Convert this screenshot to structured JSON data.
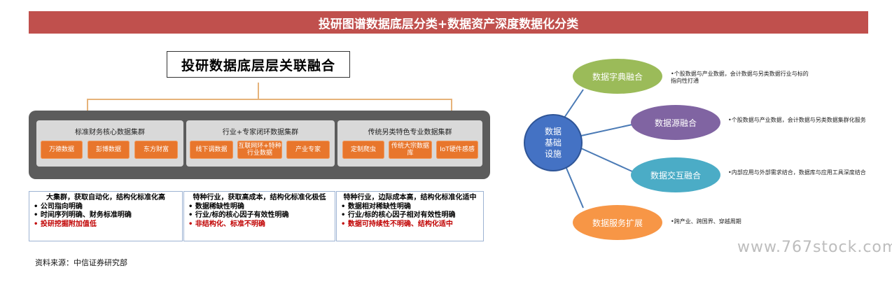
{
  "banner_title": "投研图谱数据底层分类+数据资产深度数据化分类",
  "top_box": "投研数据底层层关联融合",
  "groups": [
    {
      "title": "标准财务核心数据集群",
      "chips": [
        "万德数据",
        "彭博数据",
        "东方财富"
      ]
    },
    {
      "title": "行业+专家闭环数据集群",
      "chips": [
        "线下调数据",
        "互联网环+特种行业数据",
        "产业专家"
      ]
    },
    {
      "title": "传统另类特色专业数据集群",
      "chips": [
        "定制爬虫",
        "传统大宗数据库",
        "IoT硬件感感"
      ]
    }
  ],
  "descriptions": [
    {
      "head": "大集群，获取自动化，结构化标准化高",
      "items": [
        {
          "text": "公司指向明确",
          "red": false
        },
        {
          "text": "时间序列明确、财务标准明确",
          "red": false
        },
        {
          "text": "投研挖掘附加值低",
          "red": true
        }
      ]
    },
    {
      "head": "特种行业，获取高成本，结构化标准化极低",
      "items": [
        {
          "text": "数据稀缺性明确",
          "red": false
        },
        {
          "text": "行业/标的核心因子有效性明确",
          "red": false
        },
        {
          "text": "非结构化、标准不明确",
          "red": true
        }
      ]
    },
    {
      "head": "特种行业，边际成本高，结构化标准化适中",
      "items": [
        {
          "text": "数据相对稀缺性明确",
          "red": false
        },
        {
          "text": "行业/标的核心因子相对有效性明确",
          "red": false
        },
        {
          "text": "数据可持续性不明确、结构化适中",
          "red": true
        }
      ]
    }
  ],
  "source": "资料来源：中信证券研究部",
  "mindmap": {
    "center": [
      "数据",
      "基础",
      "设施"
    ],
    "nodes": [
      {
        "label": "数据字典融合",
        "color": "#9bbb59",
        "note": "•个股数据与产业数据，会计数据与另类数据行业与标的指向性打通"
      },
      {
        "label": "数据源融合",
        "color": "#8064a2",
        "note": "•个股数据与产业数据，会计数据与另类数据集群化服务"
      },
      {
        "label": "数据交互融合",
        "color": "#4bacc6",
        "note": "•内部应用与外部需求结合，数据库与应用工具深度结合"
      },
      {
        "label": "数据服务扩展",
        "color": "#f79646",
        "note": "•跨产业、跨国界、穿越周期"
      }
    ]
  },
  "watermark": "www.767stock.com"
}
